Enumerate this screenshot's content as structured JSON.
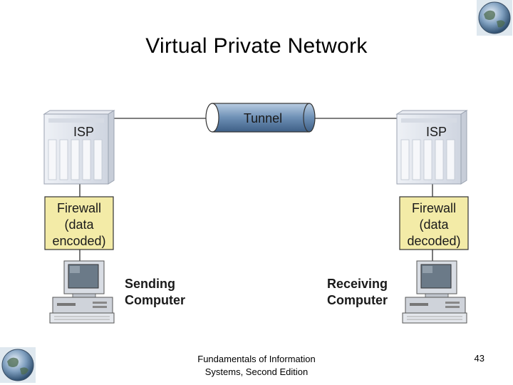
{
  "slide": {
    "title": "Virtual Private Network",
    "footer_line1": "Fundamentals of Information",
    "footer_line2": "Systems, Second Edition",
    "page_number": "43"
  },
  "diagram": {
    "tunnel_label": "Tunnel",
    "left": {
      "isp_label": "ISP",
      "firewall_lines": [
        "Firewall",
        "(data",
        "encoded)"
      ],
      "computer_lines": [
        "Sending",
        "Computer"
      ]
    },
    "right": {
      "isp_label": "ISP",
      "firewall_lines": [
        "Firewall",
        "(data",
        "decoded)"
      ],
      "computer_lines": [
        "Receiving",
        "Computer"
      ]
    }
  },
  "colors": {
    "firewall_fill": "#f3eba7",
    "tunnel_fill": "#6d8fb5",
    "isp_fill": "#dfe3ec"
  },
  "icons": [
    "globe-icon",
    "isp-server-icon",
    "desktop-computer-icon"
  ]
}
